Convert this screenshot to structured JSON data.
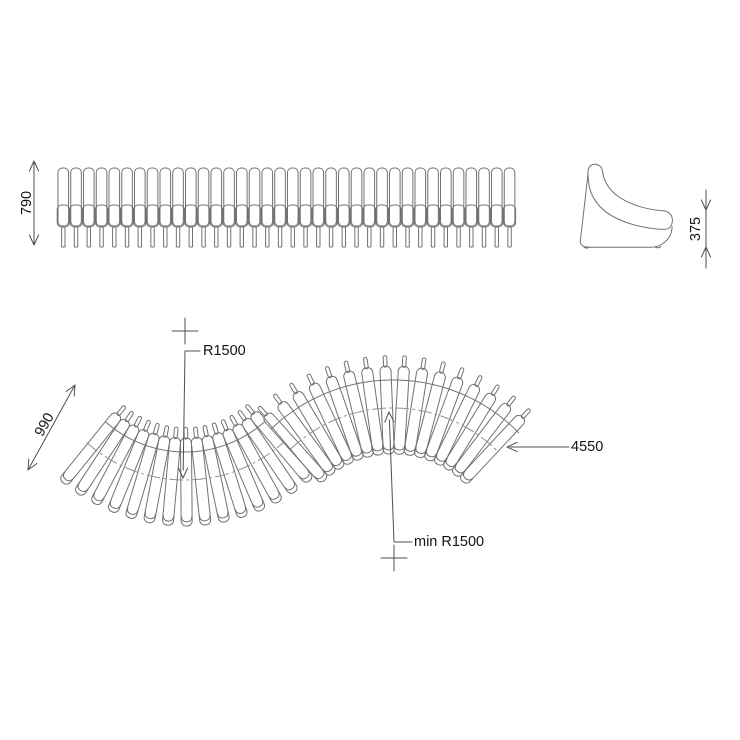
{
  "drawing": {
    "type": "technical-drawing",
    "subject": "curved modular slat bench - front elevation, side profile and S-curve plan view",
    "colors": {
      "background": "#ffffff",
      "outline": "#717171",
      "dim_line": "#4f4f4f",
      "centerline": "#8f8f8f",
      "label": "#141414"
    },
    "front_view": {
      "name": "front-elevation",
      "slat_count": 36,
      "height_label": "790"
    },
    "side_view": {
      "name": "side-profile",
      "seat_height_label": "375"
    },
    "plan_view": {
      "name": "plan-view",
      "slat_count": 31,
      "slats_left_arc": 15,
      "slats_right_arc": 16,
      "depth_label": "990",
      "left_radius_label": "R1500",
      "right_radius_label": "min R1500",
      "length_label": "4550"
    }
  }
}
